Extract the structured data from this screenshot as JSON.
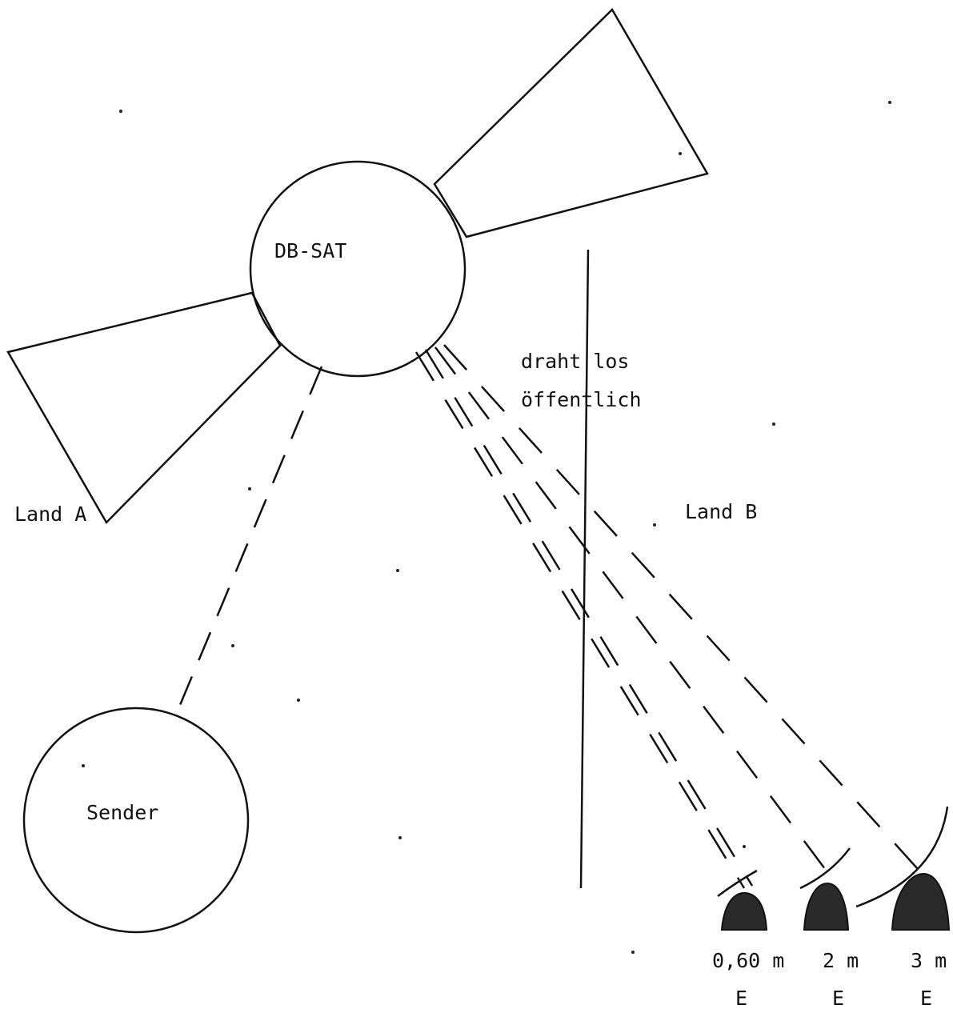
{
  "satellite": {
    "label": "DB-SAT"
  },
  "transmitter": {
    "label": "Sender"
  },
  "border": {
    "label_line1": "draht los",
    "label_line2": "öffentlich"
  },
  "regions": {
    "land_a": "Land A",
    "land_b": "Land B"
  },
  "receivers": [
    {
      "size": "0,60 m",
      "label": "E"
    },
    {
      "size": "2 m",
      "label": "E"
    },
    {
      "size": "3 m",
      "label": "E"
    }
  ]
}
